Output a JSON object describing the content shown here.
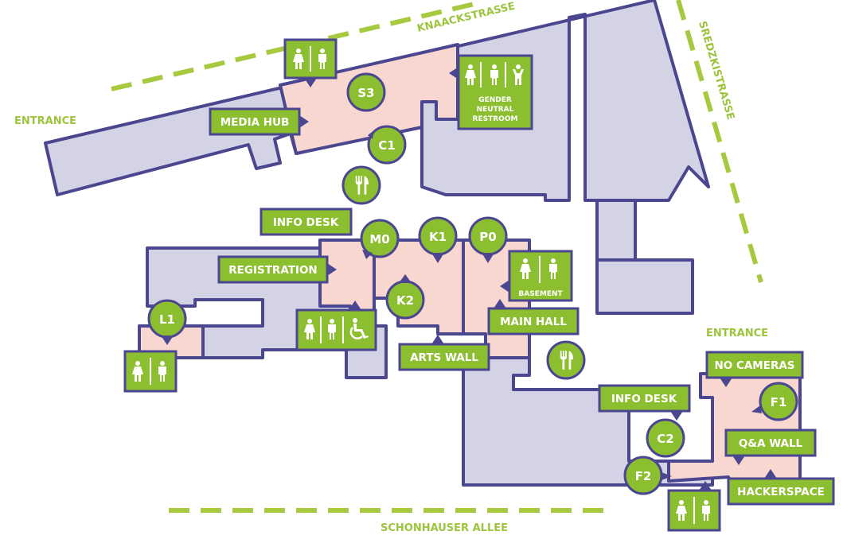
{
  "streets": {
    "north": "KNAACKSTRASSE",
    "east": "SREDZKISTRASSE",
    "south": "SCHONHAUSER ALLEE"
  },
  "entrances": {
    "west": "ENTRANCE",
    "east": "ENTRANCE"
  },
  "labels": {
    "media_hub": "MEDIA HUB",
    "info_desk_north": "INFO DESK",
    "registration": "REGISTRATION",
    "arts_wall": "ARTS WALL",
    "main_hall": "MAIN HALL",
    "info_desk_south": "INFO DESK",
    "no_cameras": "NO CAMERAS",
    "qa_wall": "Q&A WALL",
    "hackerspace": "HACKERSPACE"
  },
  "rooms": {
    "s3": "S3",
    "c1": "C1",
    "m0": "M0",
    "k1": "K1",
    "p0": "P0",
    "k2": "K2",
    "l1": "L1",
    "c2": "C2",
    "f1": "F1",
    "f2": "F2"
  },
  "restrooms": {
    "gender_neutral": [
      "GENDER",
      "NEUTRAL",
      "RESTROOM"
    ],
    "basement": "BASEMENT"
  },
  "colors": {
    "accent_green": "#8cbf2f",
    "street_green": "#a6c93f",
    "outline_purple": "#4b4690",
    "area_lilac": "#d4d2e5",
    "area_pink": "#f9d7d1"
  }
}
